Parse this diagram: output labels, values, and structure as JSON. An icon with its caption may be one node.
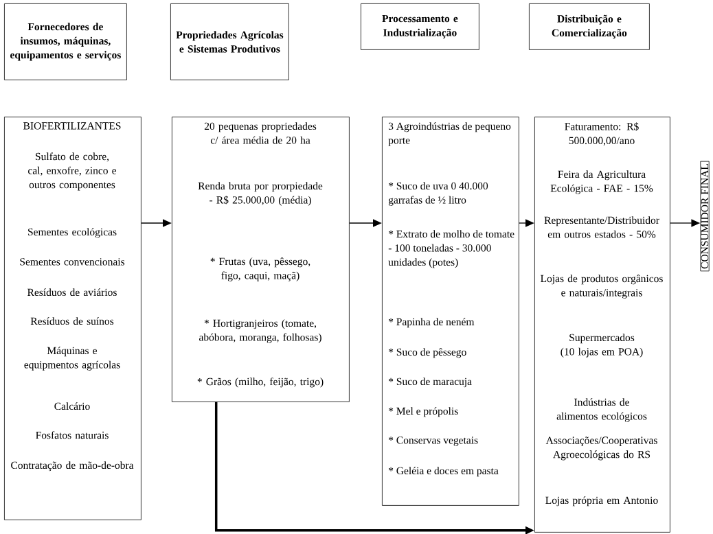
{
  "diagram": {
    "nodes": [
      {
        "text": [
          "Fornecedores de insumos, máquinas, equipamentos e serviços"
        ]
      },
      {
        "text": [
          "Propriedades Agrícolas e Sistemas Produtivos"
        ]
      },
      {
        "text": [
          "Processamento e Industrialização"
        ]
      },
      {
        "text": [
          "Distribuição e Comercialização"
        ]
      },
      {
        "text": [
          "BIOFERTILIZANTES",
          "Sulfato de cobre, cal, enxofre, zinco e outros componentes",
          "Sementes ecológicas",
          "Sementes convencionais",
          "Resíduos de aviários",
          "Resíduos de suínos",
          "Máquinas e equipmentos agrícolas",
          "Calcário",
          "Fosfatos naturais",
          "Contratação de mão-de-obra"
        ]
      },
      {
        "text": [
          "20 pequenas propriedades c/ área média de 20 ha",
          "Renda bruta por prorpiedade - R$ 25.000,00 (média)",
          "* Frutas (uva, pêssego, figo, caqui, maçã)",
          "* Hortigranjeiros (tomate, abóbora, moranga, folhosas)",
          "* Grãos (milho, feijão, trigo)"
        ]
      },
      {
        "text": [
          "3 Agroindústrias de pequeno porte",
          "* Suco de uva 0 40.000 garrafas de ½ litro",
          "* Extrato de molho de tomate - 100 toneladas - 30.000 unidades (potes)",
          "* Papinha de neném",
          "* Suco de pêssego",
          "* Suco de maracuja",
          "* Mel e própolis",
          "* Conservas vegetais",
          "* Geléia e doces em pasta"
        ]
      },
      {
        "text": [
          "Faturamento: R$ 500.000,00/ano",
          "Feira da Agricultura Ecológica - FAE - 15%",
          "Representante/Distribuidor em outros estados - 50%",
          "Lojas de produtos orgânicos e naturais/integrais",
          "Supermercados (10 lojas em POA)",
          "Indústrias de alimentos ecológicos",
          "Associações/Cooperativas Agroecológicas do RS",
          "Lojas  própria em Antonio"
        ]
      },
      {
        "text": [
          "CONSUMIDOR FINAL"
        ]
      }
    ],
    "edges": [
      {
        "from": 4,
        "to": 5,
        "arrow": "to"
      },
      {
        "from": 5,
        "to": 6,
        "arrow": "to"
      },
      {
        "from": 6,
        "to": 7,
        "arrow": "to"
      },
      {
        "from": 7,
        "to": 8,
        "arrow": "to"
      },
      {
        "from": 5,
        "to": 7,
        "arrow": "to",
        "style": "thick"
      }
    ]
  }
}
